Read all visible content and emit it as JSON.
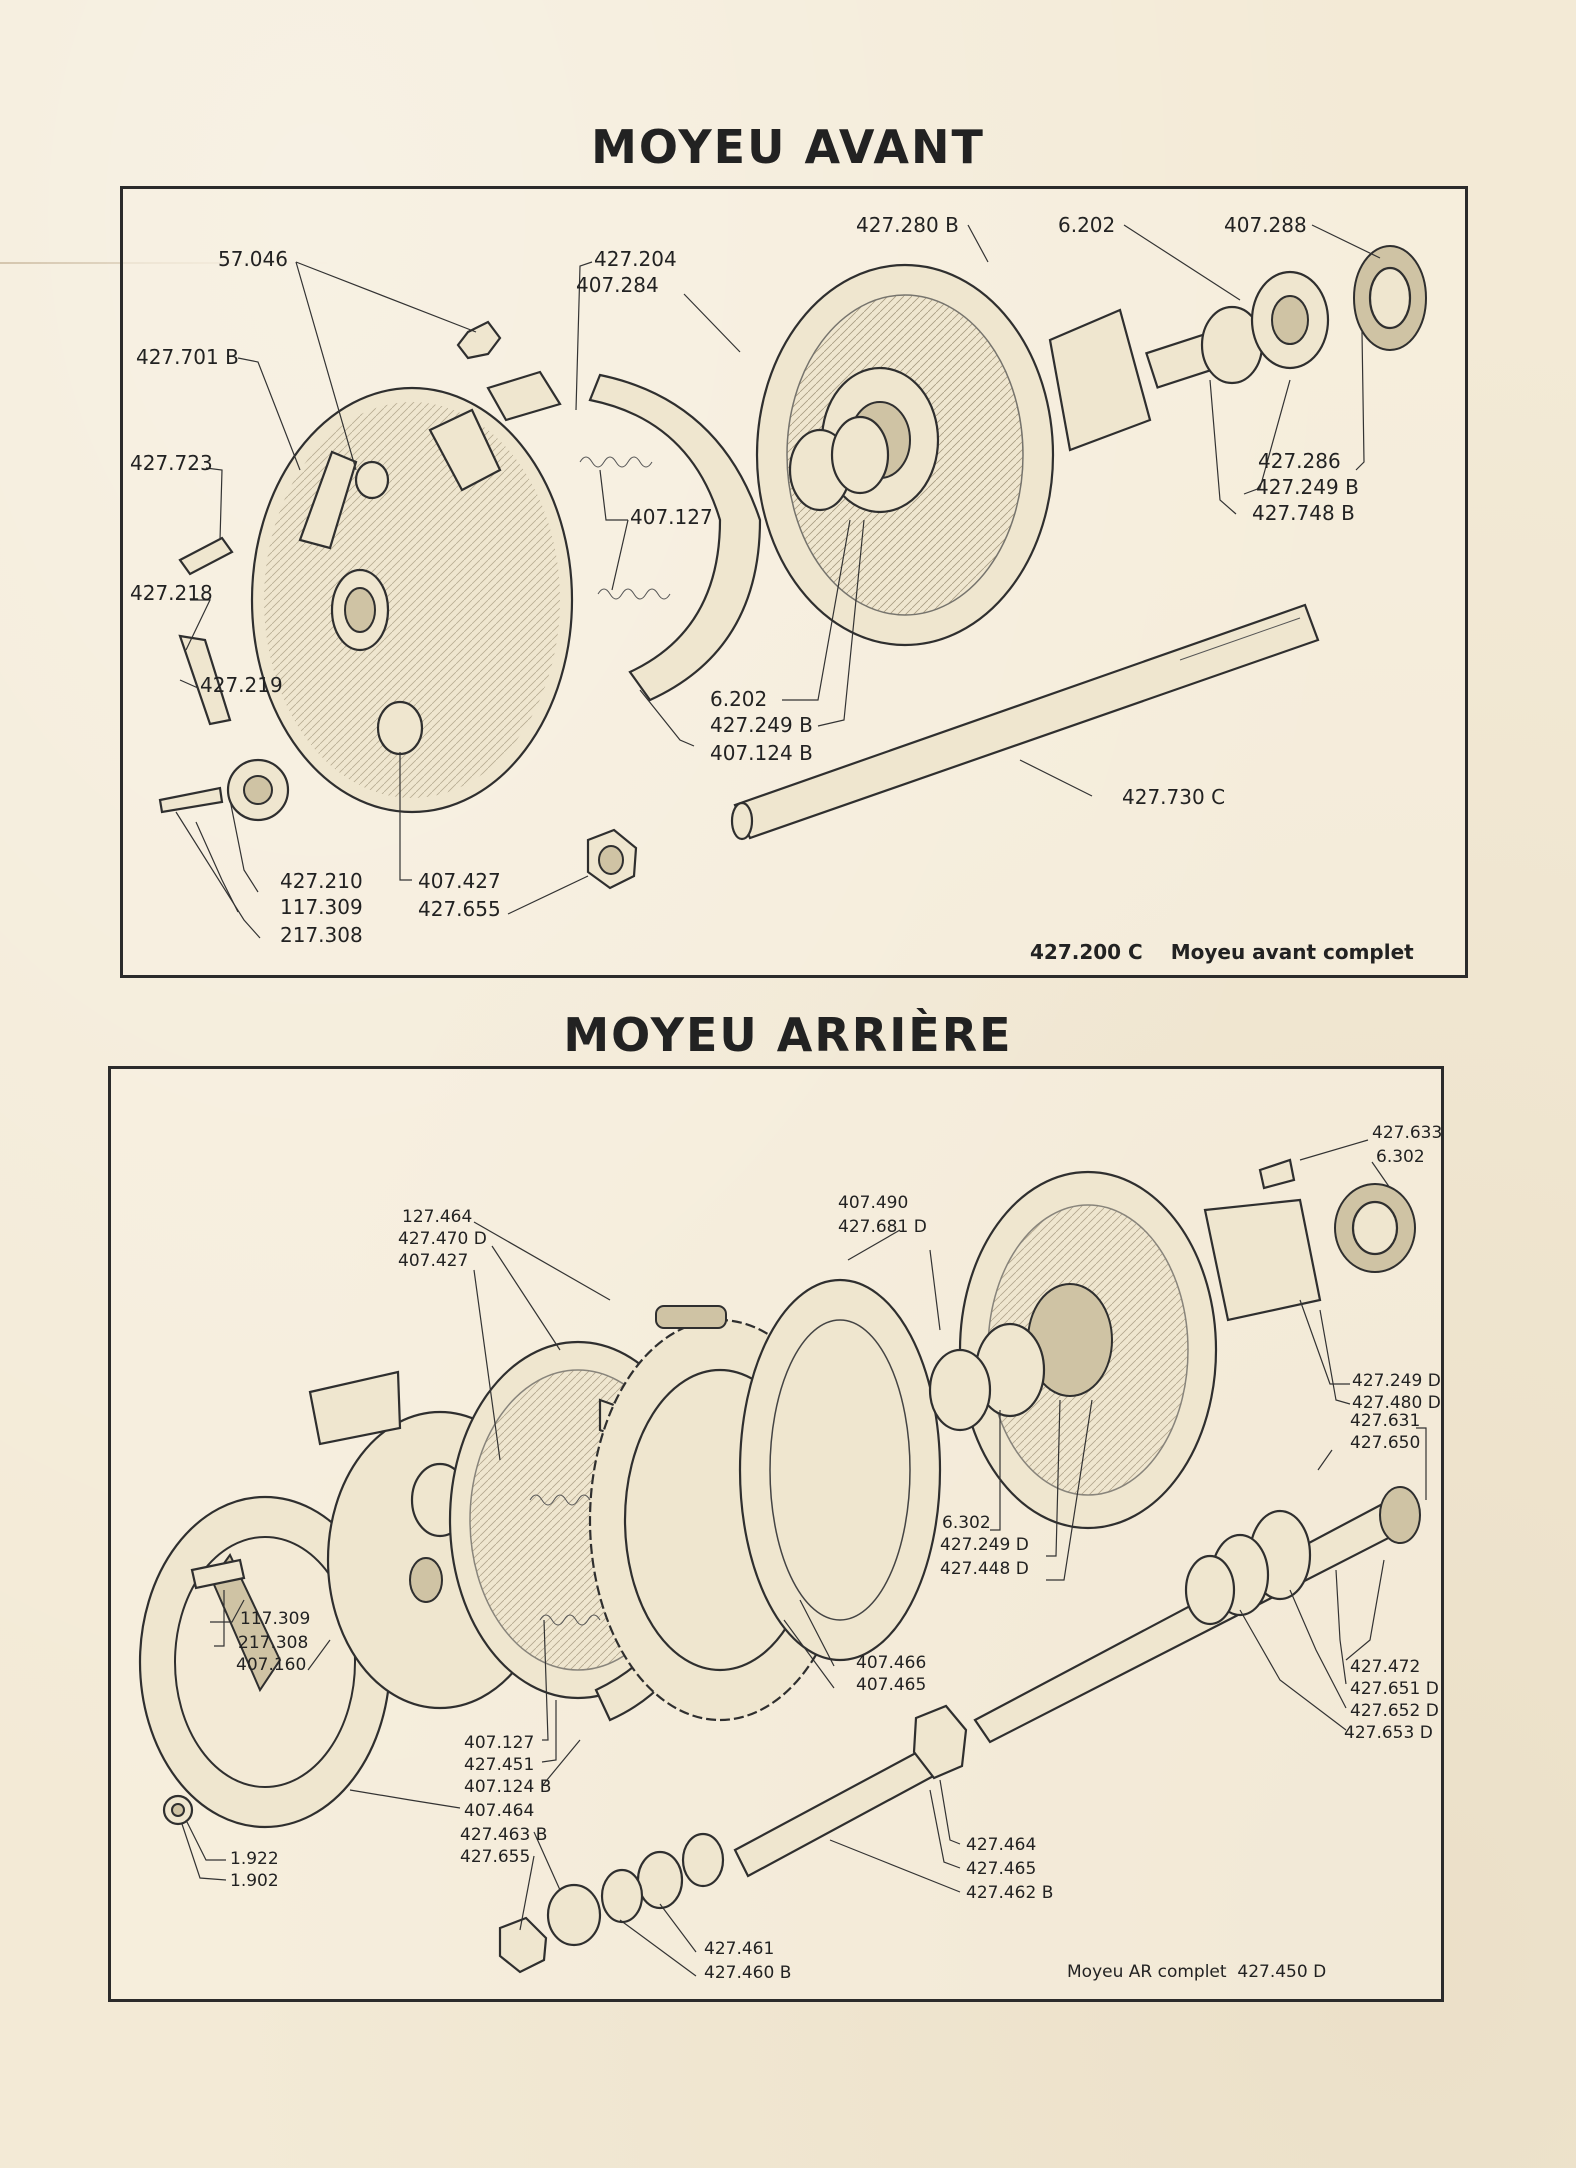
{
  "front_hub": {
    "title": "MOYEU AVANT",
    "complete_code": "427.200 C",
    "complete_label": "Moyeu avant complet",
    "refs": {
      "r57046": "57.046",
      "r427701b": "427.701 B",
      "r427723": "427.723",
      "r427218": "427.218",
      "r427219": "427.219",
      "r427210": "427.210",
      "r117309": "117.309",
      "r217308": "217.308",
      "r427204": "427.204",
      "r407284": "407.284",
      "r407127": "407.127",
      "r427280b": "427.280 B",
      "r6202a": "6.202",
      "r407288": "407.288",
      "r427286": "427.286",
      "r427249b_a": "427.249 B",
      "r427748b": "427.748 B",
      "r6202b": "6.202",
      "r427249b_b": "427.249 B",
      "r407124b": "407.124 B",
      "r427730c": "427.730 C",
      "r407427": "407.427",
      "r427655": "427.655"
    }
  },
  "rear_hub": {
    "title": "MOYEU ARRIÈRE",
    "complete_label": "Moyeu AR complet",
    "complete_code": "427.450 D",
    "refs": {
      "r427633": "427.633",
      "r6302a": "6.302",
      "r407490": "407.490",
      "r427681d": "427.681 D",
      "r127464": "127.464",
      "r427470d": "427.470 D",
      "r407427": "407.427",
      "r427249d_a": "427.249 D",
      "r427480d": "427.480 D",
      "r427631": "427.631",
      "r427650": "427.650",
      "r6302b": "6.302",
      "r427249d_b": "427.249 D",
      "r427448d": "427.448 D",
      "r117309": "117.309",
      "r217308": "217.308",
      "r407160": "407.160",
      "r407466": "407.466",
      "r407465": "407.465",
      "r427472": "427.472",
      "r427651d": "427.651 D",
      "r427652d": "427.652 D",
      "r427653d": "427.653 D",
      "r407127": "407.127",
      "r427451": "427.451",
      "r407124b": "407.124 B",
      "r407464": "407.464",
      "r427463b": "427.463 B",
      "r427655": "427.655",
      "r1922": "1.922",
      "r1902": "1.902",
      "r427464": "427.464",
      "r427465": "427.465",
      "r427462b": "427.462 B",
      "r427461": "427.461",
      "r427460b": "427.460 B"
    }
  },
  "colors": {
    "paper": "#f3ead6",
    "ink": "#222222"
  }
}
